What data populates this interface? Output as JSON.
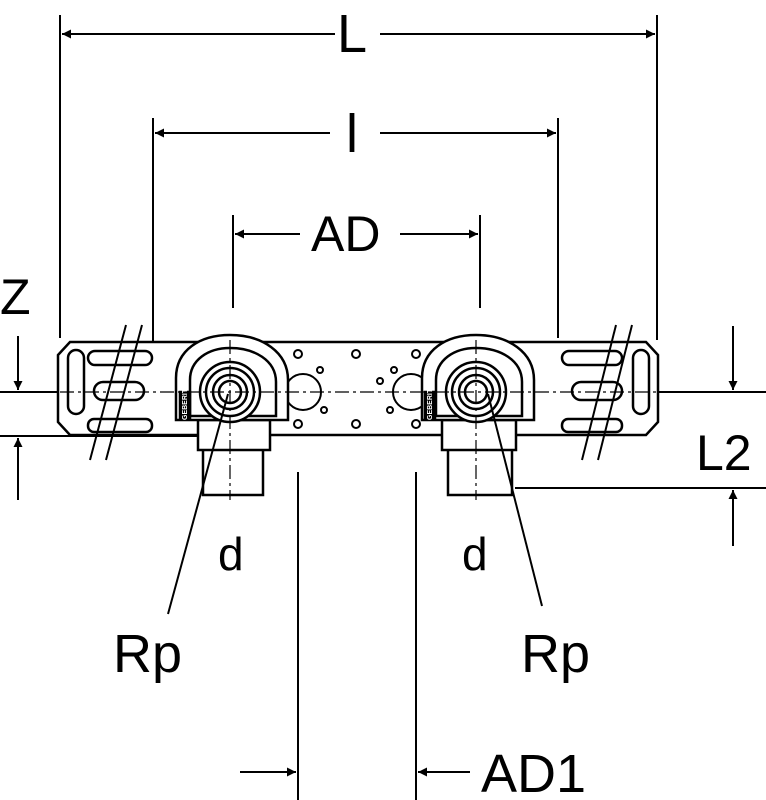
{
  "diagram": {
    "dimensions": {
      "overall_length": "L",
      "inner_length": "l",
      "axis_distance": "AD",
      "offset": "Z",
      "height": "L2",
      "axis_distance_1": "AD1",
      "pipe_diameter_left": "d",
      "pipe_diameter_right": "d",
      "thread_left": "Rp",
      "thread_right": "Rp"
    },
    "brand_mark": "GEBERIT",
    "colors": {
      "line": "#000000",
      "background": "#ffffff"
    }
  }
}
